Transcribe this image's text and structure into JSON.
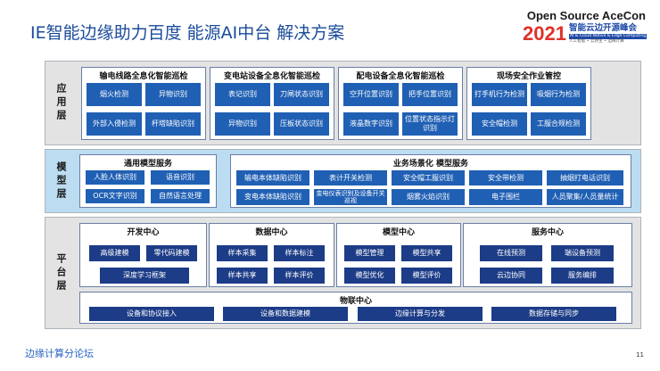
{
  "header": {
    "title": "IE智能边缘助力百度",
    "subtitle": "能源AI中台 解决方案"
  },
  "logo": {
    "line1": "Open Source AceCon",
    "year": "2021",
    "name_cn": "智能云边开源峰会",
    "name_en": "AI & Cloud Native & Edge Computing",
    "tagline": "人工智能 • 云原生 • 边缘计算"
  },
  "layers": {
    "application": {
      "label": "应用层",
      "panels": [
        {
          "title": "输电线路全息化智能巡检",
          "items": [
            "烟火检测",
            "异物识别",
            "外部入侵检测",
            "杆塔缺陷识别"
          ]
        },
        {
          "title": "变电站设备全息化智能巡检",
          "items": [
            "表记识别",
            "刀闸状态识别",
            "异物识别",
            "压板状态识别"
          ]
        },
        {
          "title": "配电设备全息化智能巡检",
          "items": [
            "空开位置识别",
            "把手位置识别",
            "液晶数字识别",
            "位置状态指示灯识别"
          ]
        },
        {
          "title": "现场安全作业管控",
          "items": [
            "打手机行为检测",
            "吸烟行为检测",
            "安全帽检测",
            "工服合规检测"
          ]
        }
      ]
    },
    "model": {
      "label": "模型层",
      "general": {
        "title": "通用模型服务",
        "items": [
          "人脸人体识别",
          "语音识别",
          "OCR文字识别",
          "自然语言处理"
        ]
      },
      "business": {
        "title": "业务场景化 模型服务",
        "items": [
          "输电本体缺陷识别",
          "表计开关检测",
          "安全帽工服识别",
          "安全带检测",
          "抽烟打电话识别",
          "变电本体缺陷识别",
          "变电仪表识别及设备开关巡视",
          "烟雾火焰识别",
          "电子围栏",
          "人员聚集/人员量统计"
        ]
      }
    },
    "platform": {
      "label": "平台层",
      "panels": [
        {
          "title": "开发中心",
          "items": [
            "高级建模",
            "零代码建模",
            "深度学习框架"
          ]
        },
        {
          "title": "数据中心",
          "items": [
            "样本采集",
            "样本标注",
            "样本共享",
            "样本评价"
          ]
        },
        {
          "title": "模型中心",
          "items": [
            "模型管理",
            "模型共享",
            "模型优化",
            "模型评价"
          ]
        },
        {
          "title": "服务中心",
          "items": [
            "在线预测",
            "端设备预测",
            "云边协同",
            "服务编排"
          ]
        }
      ],
      "iot": {
        "title": "物联中心",
        "items": [
          "设备和协议接入",
          "设备和数据建模",
          "边缘计算与分发",
          "数据存储与同步"
        ]
      }
    }
  },
  "footer": {
    "text": "边缘计算分论坛",
    "page": "11"
  }
}
